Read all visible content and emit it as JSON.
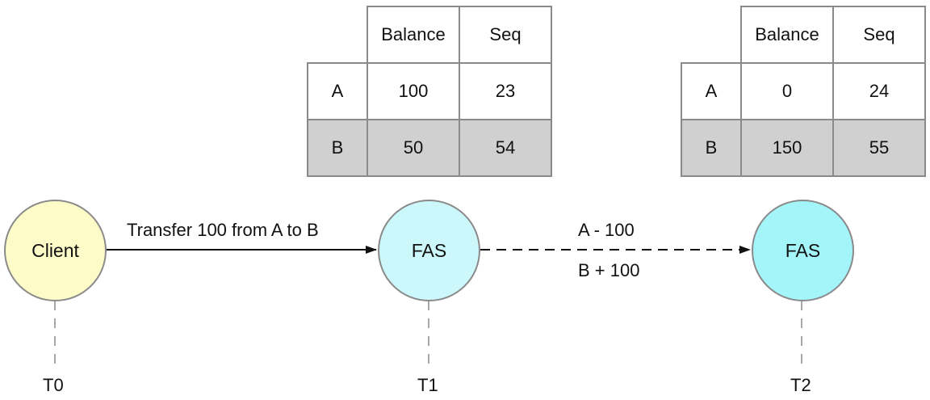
{
  "tables": [
    {
      "headers": [
        "",
        "Balance",
        "Seq"
      ],
      "rows": [
        {
          "label": "A",
          "balance": "100",
          "seq": "23"
        },
        {
          "label": "B",
          "balance": "50",
          "seq": "54"
        }
      ]
    },
    {
      "headers": [
        "",
        "Balance",
        "Seq"
      ],
      "rows": [
        {
          "label": "A",
          "balance": "0",
          "seq": "24"
        },
        {
          "label": "B",
          "balance": "150",
          "seq": "55"
        }
      ]
    }
  ],
  "nodes": [
    {
      "label": "Client",
      "color": "#fdfbc8",
      "time": "T0"
    },
    {
      "label": "FAS",
      "color": "#cdf8fb",
      "time": "T1"
    },
    {
      "label": "FAS",
      "color": "#a3f5fa",
      "time": "T2"
    }
  ],
  "edges": [
    {
      "label": "Transfer 100 from A to B",
      "style": "solid"
    },
    {
      "label_top": "A - 100",
      "label_bottom": "B + 100",
      "style": "dashed"
    }
  ],
  "colors": {
    "border": "#8a8a8a",
    "shaded_row": "#d0d0d0",
    "arrow": "#111111"
  }
}
